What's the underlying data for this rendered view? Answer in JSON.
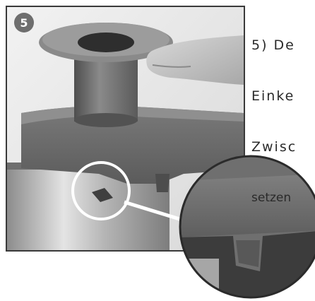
{
  "step": {
    "number": "5"
  },
  "instruction": {
    "lines": [
      "5) De",
      "Einke",
      "Zwisc",
      "setzen"
    ]
  },
  "image": {
    "subject": "lid-with-feed-tube-and-magnified-notch-detail",
    "icons": [
      "hand",
      "feed-tube",
      "lid",
      "steel-base",
      "magnify-circle",
      "arrow-right"
    ]
  },
  "colors": {
    "badge": "#6e6e6e",
    "text": "#2a2a2a",
    "frame": "#3a3a3a",
    "highlight": "#ffffff"
  }
}
